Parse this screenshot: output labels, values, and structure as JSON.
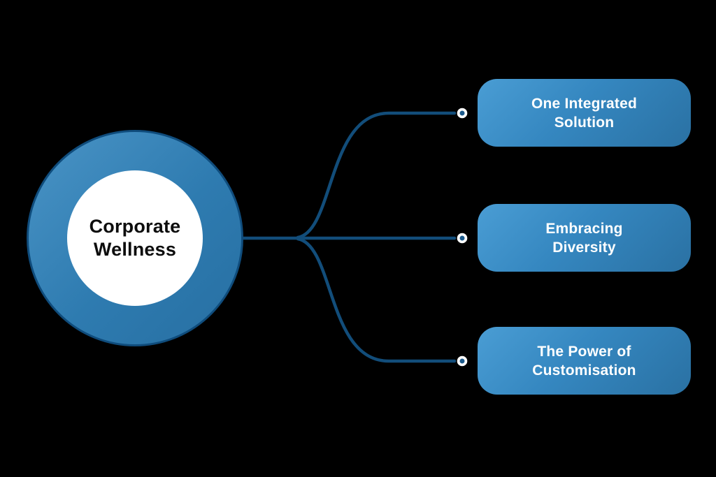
{
  "diagram": {
    "type": "mindmap",
    "center": {
      "line1": "Corporate",
      "line2": "Wellness"
    },
    "branches": [
      {
        "line1": "One Integrated",
        "line2": "Solution"
      },
      {
        "line1": "Embracing",
        "line2": "Diversity"
      },
      {
        "line1": "The Power of",
        "line2": "Customisation"
      }
    ],
    "colors": {
      "background": "#000000",
      "node_fill_light": "#4a9dd4",
      "node_fill_dark": "#2a71a3",
      "circle_border": "#0f4c7c",
      "connector": "#124d7a",
      "endpoint_dot_fill": "#1b5a8c",
      "endpoint_dot_ring": "#ffffff",
      "origin_dot_fill": "#27a2b1",
      "center_text": "#0d0d0d",
      "branch_text": "#ffffff"
    }
  }
}
